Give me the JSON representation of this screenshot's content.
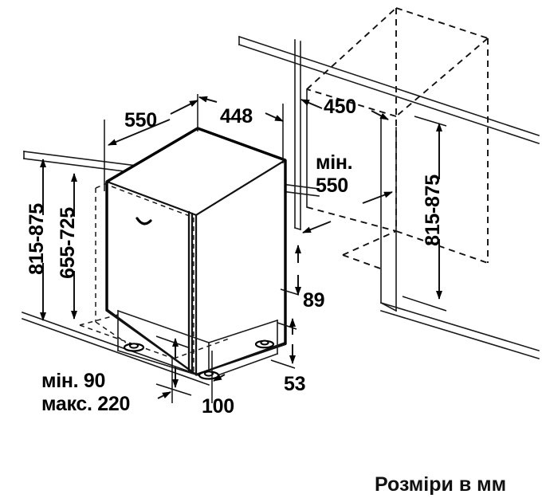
{
  "drawing": {
    "title": "Built-in dishwasher installation dimensions",
    "caption": "Розміри в мм",
    "units": "мм",
    "stroke_color": "#000000",
    "background_color": "#ffffff"
  },
  "dimensions": {
    "appliance_depth": "550",
    "appliance_width": "448",
    "niche_width": "450",
    "niche_depth_min_label": "мін.",
    "niche_depth_min_value": "550",
    "worktop_height_range": "815-875",
    "appliance_height_range": "655-725",
    "niche_height_range": "815-875",
    "plinth_height_min": "мін. 90",
    "plinth_height_max": "макс. 220",
    "plinth_setback": "100",
    "base_offset_upper": "89",
    "base_offset_lower": "53"
  },
  "labels": [
    {
      "id": "depth-550",
      "text": "550"
    },
    {
      "id": "width-448",
      "text": "448"
    },
    {
      "id": "niche-450",
      "text": "450"
    },
    {
      "id": "niche-min",
      "text": "мін."
    },
    {
      "id": "niche-min-550",
      "text": "550"
    },
    {
      "id": "height-815-875-left",
      "text": "815-875"
    },
    {
      "id": "height-655-725",
      "text": "655-725"
    },
    {
      "id": "height-815-875-right",
      "text": "815-875"
    },
    {
      "id": "plinth-min-90",
      "text": "мін. 90"
    },
    {
      "id": "plinth-max-220",
      "text": "макс. 220"
    },
    {
      "id": "setback-100",
      "text": "100"
    },
    {
      "id": "offset-89",
      "text": "89"
    },
    {
      "id": "offset-53",
      "text": "53"
    },
    {
      "id": "caption",
      "text": "Розміри в мм"
    }
  ]
}
